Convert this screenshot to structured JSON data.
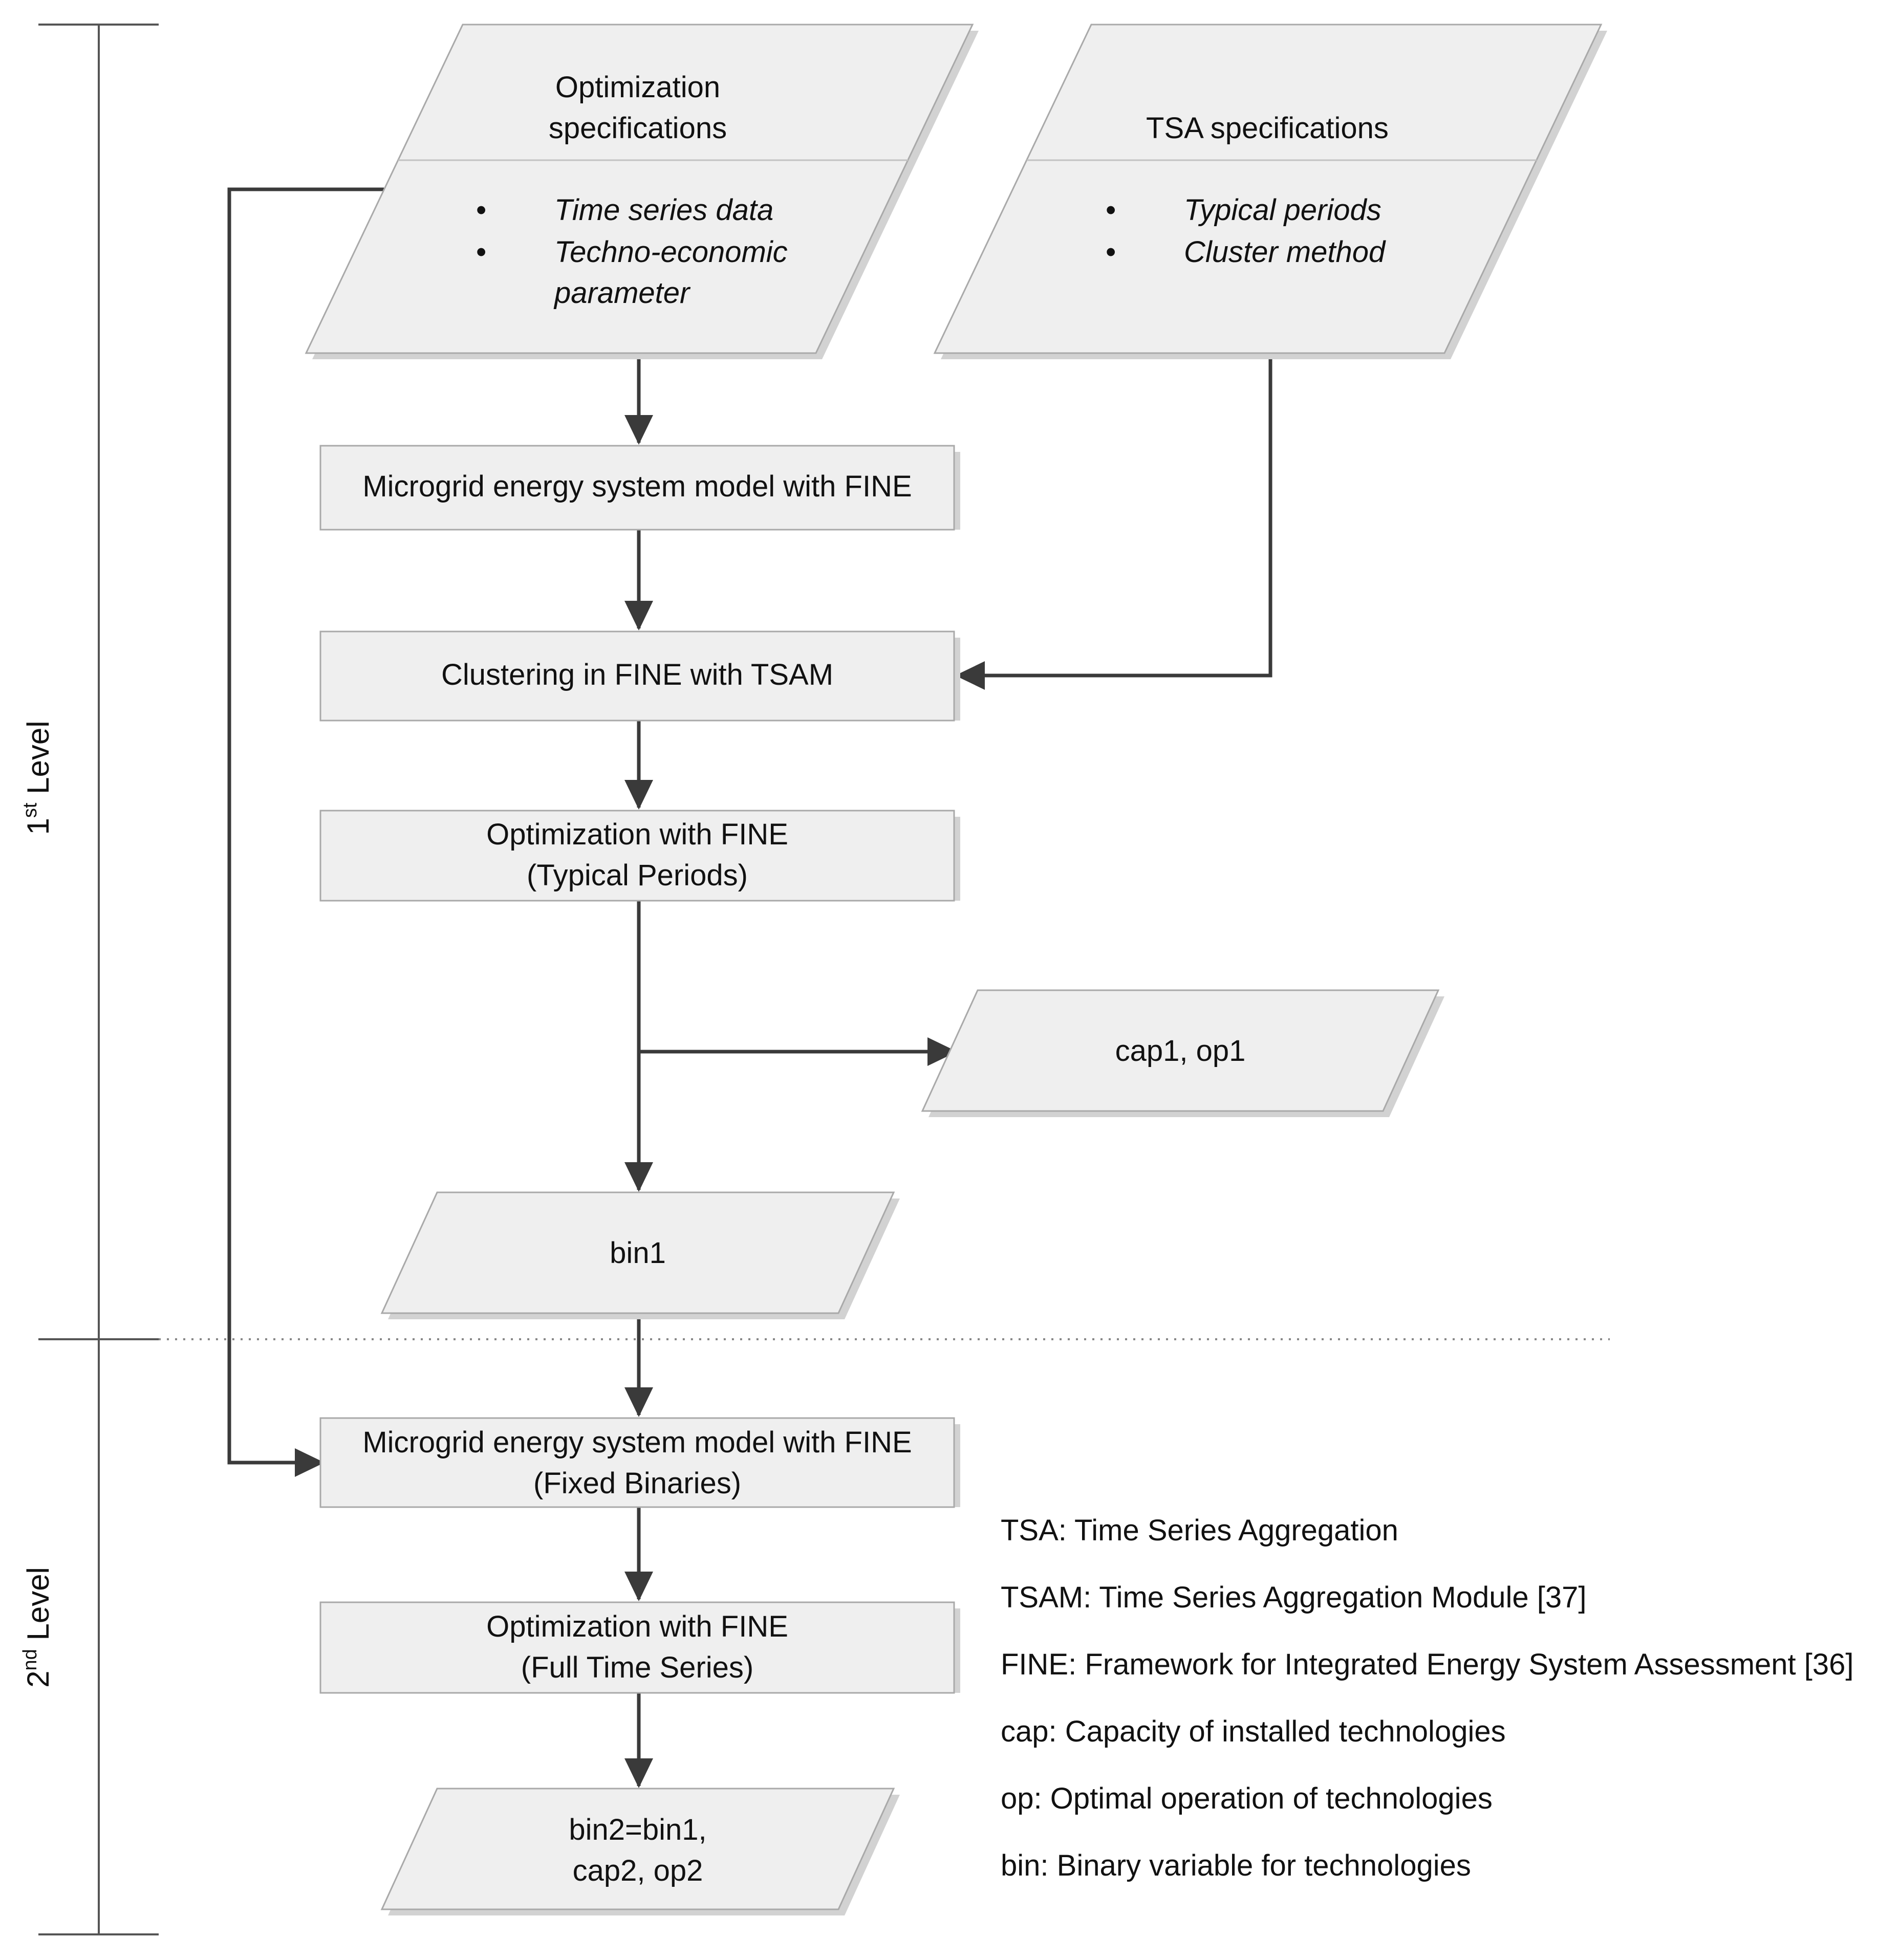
{
  "nodes": {
    "opt_spec": {
      "title_lines": [
        "Optimization",
        "specifications"
      ],
      "items": [
        "Time series data",
        "Techno-economic",
        "parameter"
      ]
    },
    "tsa_spec": {
      "title_lines": [
        "TSA specifications"
      ],
      "items": [
        "Typical periods",
        "Cluster method"
      ]
    },
    "model1": {
      "lines": [
        "Microgrid energy system model with FINE"
      ]
    },
    "clustering": {
      "lines": [
        "Clustering in FINE with TSAM"
      ]
    },
    "opt_typical": {
      "lines": [
        "Optimization with FINE",
        "(Typical Periods)"
      ]
    },
    "cap1op1": {
      "lines": [
        "cap1, op1"
      ]
    },
    "bin1": {
      "lines": [
        "bin1"
      ]
    },
    "model2": {
      "lines": [
        "Microgrid energy system model with FINE",
        "(Fixed Binaries)"
      ]
    },
    "opt_full": {
      "lines": [
        "Optimization with FINE",
        "(Full Time Series)"
      ]
    },
    "result2": {
      "lines": [
        "bin2=bin1,",
        "cap2, op2"
      ]
    }
  },
  "bullet": "•",
  "levels": {
    "first": {
      "num": "1",
      "sup": "st",
      "word": " Level"
    },
    "second": {
      "num": "2",
      "sup": "nd",
      "word": " Level"
    }
  },
  "legend": [
    "TSA: Time Series Aggregation",
    "TSAM: Time Series Aggregation Module [37]",
    "FINE: Framework for Integrated Energy System Assessment [36]",
    "cap: Capacity of installed technologies",
    "op: Optimal operation of technologies",
    "bin: Binary variable for technologies"
  ],
  "colors": {
    "box_fill": "#efefef",
    "box_stroke": "#a9a9a9",
    "arrow": "#3a3a3a"
  }
}
